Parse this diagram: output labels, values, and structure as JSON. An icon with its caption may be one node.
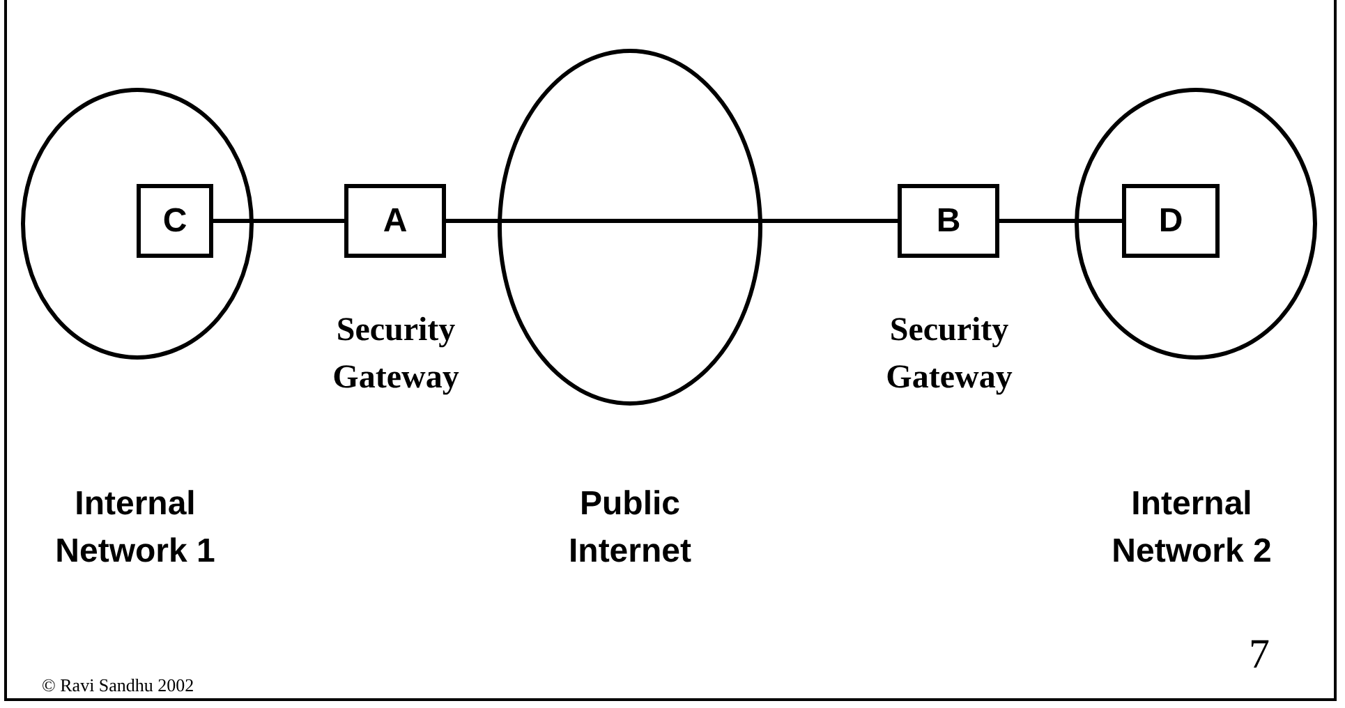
{
  "diagram": {
    "nodes": [
      {
        "text": [],
        "shape": "circle",
        "beside": [
          "Internal Network 1"
        ]
      },
      {
        "text": [
          "C"
        ],
        "in": 0
      },
      {
        "text": [
          "A"
        ]
      },
      {
        "text": [],
        "shape": "circle",
        "beside": [
          "Public Internet"
        ]
      },
      {
        "text": [
          "B"
        ]
      },
      {
        "text": [],
        "shape": "circle",
        "beside": [
          "Internal Network 2"
        ]
      },
      {
        "text": [
          "D"
        ],
        "in": 5
      }
    ],
    "edges": [
      {
        "from": 1,
        "to": 2,
        "arrow": "none"
      },
      {
        "from": 2,
        "to": 3,
        "arrow": "none"
      },
      {
        "from": 3,
        "to": 4,
        "arrow": "none"
      },
      {
        "from": 4,
        "to": 6,
        "arrow": "none"
      }
    ],
    "labels": [
      "Security Gateway",
      "Security Gateway",
      "© Ravi Sandhu 2002",
      "7"
    ]
  }
}
